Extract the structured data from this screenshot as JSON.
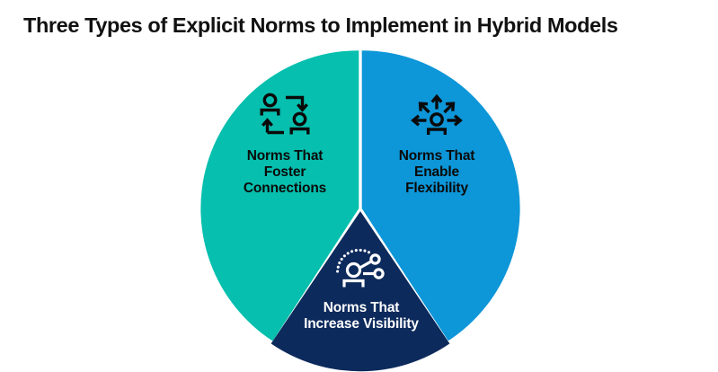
{
  "header": {
    "title": "Three Types of Explicit Norms to Implement in Hybrid Models"
  },
  "colors": {
    "background": "#ffffff",
    "title_text": "#111111",
    "teal": "#06BFAE",
    "blue": "#0D96D8",
    "navy": "#0D2A5C",
    "divider": "#ffffff",
    "dark_label_text": "#0a0a0a",
    "light_label_text": "#ffffff"
  },
  "chart_data": {
    "type": "pie",
    "title": "Three Types of Explicit Norms to Implement in Hybrid Models",
    "xlabel": "",
    "ylabel": "",
    "legend_position": "none",
    "grid": false,
    "categories": [
      "Norms That Foster Connections",
      "Norms That Enable Flexibility",
      "Norms That Increase Visibility"
    ],
    "values": [
      33.3,
      33.3,
      33.3
    ],
    "slice_colors": [
      "#06BFAE",
      "#0D96D8",
      "#0D2A5C"
    ],
    "start_angle_deg": 0,
    "slice_gap_deg": 2
  },
  "segments": [
    {
      "key": "connections",
      "label": "Norms That\nFoster\nConnections",
      "icon_name": "people-exchange-icon",
      "color": "#06BFAE",
      "text_color": "#0a0a0a",
      "value": 33.3
    },
    {
      "key": "flexibility",
      "label": "Norms That\nEnable\nFlexibility",
      "icon_name": "person-multi-arrow-icon",
      "color": "#0D96D8",
      "text_color": "#0a0a0a",
      "value": 33.3
    },
    {
      "key": "visibility",
      "label": "Norms That\nIncrease Visibility",
      "icon_name": "person-network-visibility-icon",
      "color": "#0D2A5C",
      "text_color": "#ffffff",
      "value": 33.3
    }
  ]
}
